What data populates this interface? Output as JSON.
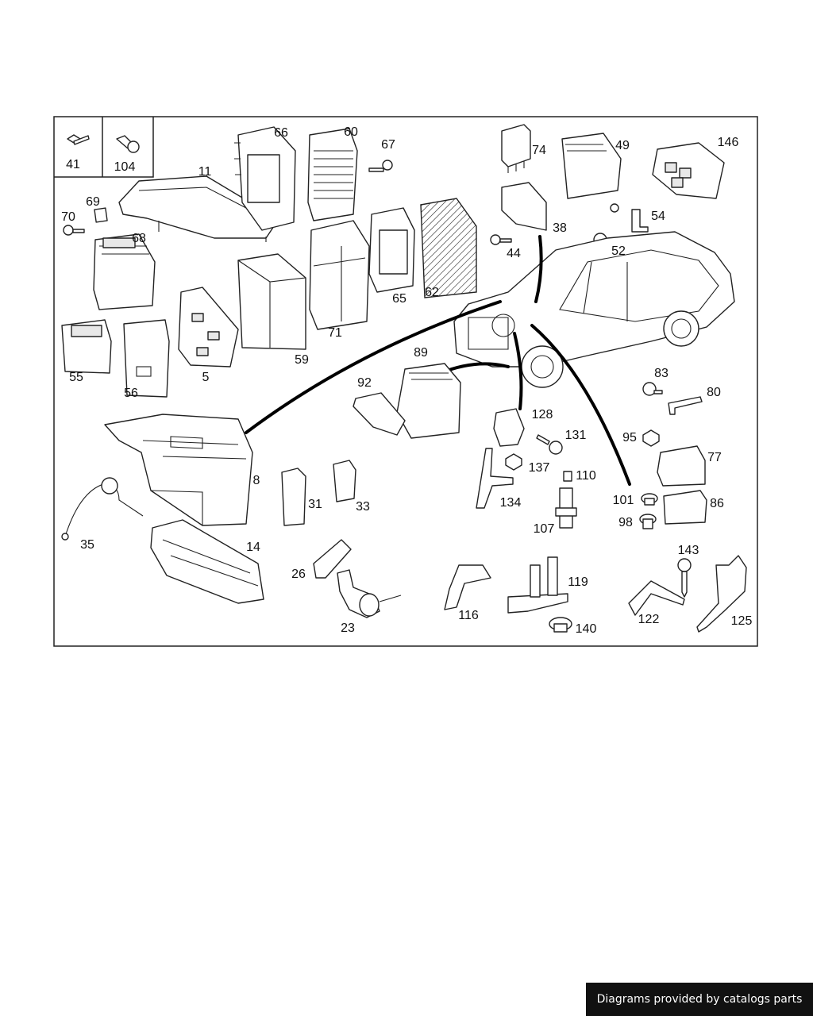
{
  "labels": {
    "l41": "41",
    "l104": "104",
    "l11": "11",
    "l66": "66",
    "l60": "60",
    "l67": "67",
    "l74": "74",
    "l49": "49",
    "l146": "146",
    "l69": "69",
    "l70": "70",
    "l68": "68",
    "l38": "38",
    "l54": "54",
    "l44": "44",
    "l52": "52",
    "l65": "65",
    "l62": "62",
    "l71": "71",
    "l59": "59",
    "l5": "5",
    "l55": "55",
    "l56": "56",
    "l89": "89",
    "l92": "92",
    "l83": "83",
    "l80": "80",
    "l128": "128",
    "l131": "131",
    "l95": "95",
    "l77": "77",
    "l137": "137",
    "l110": "110",
    "l8": "8",
    "l31": "31",
    "l33": "33",
    "l134": "134",
    "l101": "101",
    "l86": "86",
    "l98": "98",
    "l107": "107",
    "l35": "35",
    "l14": "14",
    "l143": "143",
    "l26": "26",
    "l119": "119",
    "l116": "116",
    "l23": "23",
    "l140": "140",
    "l122": "122",
    "l125": "125"
  },
  "footer": {
    "credit": "Diagrams provided by catalogs parts"
  }
}
